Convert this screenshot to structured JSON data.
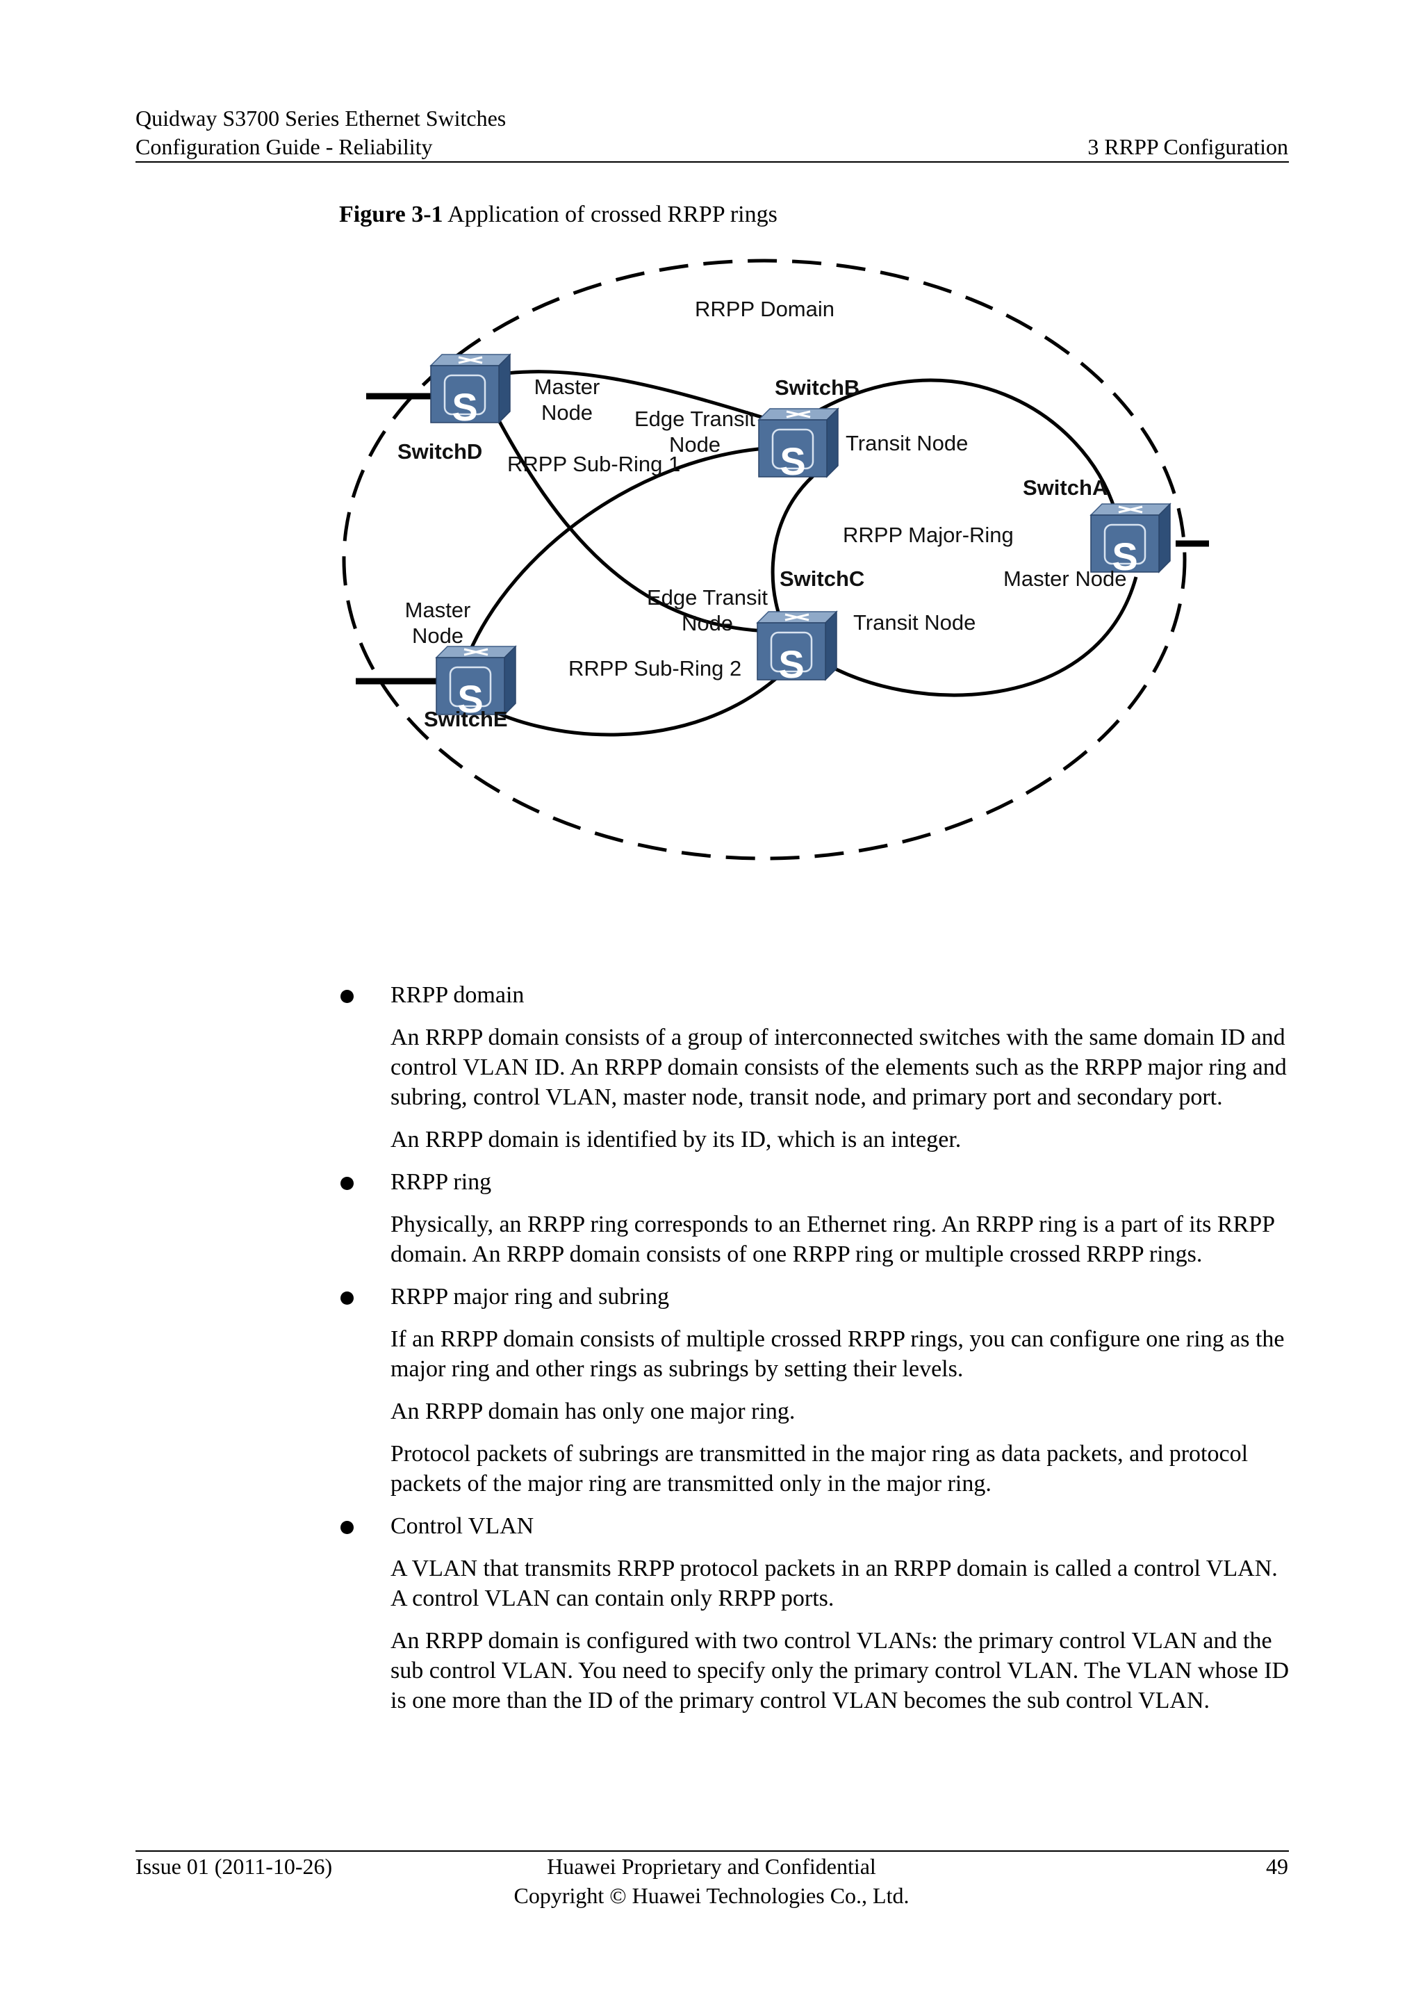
{
  "header": {
    "line1": "Quidway S3700 Series Ethernet Switches",
    "line2": "Configuration Guide - Reliability",
    "chapter": "3 RRPP Configuration"
  },
  "figure": {
    "number": "Figure 3-1",
    "caption": "Application of crossed RRPP rings",
    "domain_label": "RRPP Domain",
    "switch_glyph": "S",
    "switches": {
      "a": "SwitchA",
      "b": "SwitchB",
      "c": "SwitchC",
      "d": "SwitchD",
      "e": "SwitchE"
    },
    "labels": {
      "d_role": [
        "Master",
        "Node"
      ],
      "e_role": [
        "Master",
        "Node"
      ],
      "b_edge": [
        "Edge Transit",
        "Node"
      ],
      "c_edge": [
        "Edge Transit",
        "Node"
      ],
      "b_transit": "Transit Node",
      "c_transit": "Transit Node",
      "a_role": "Master Node",
      "sub_ring_1": "RRPP Sub-Ring 1",
      "sub_ring_2": "RRPP Sub-Ring 2",
      "major_ring": "RRPP Major-Ring"
    },
    "colors": {
      "switch_front": "#4d6f9a",
      "switch_top": "#8fa9c8",
      "switch_side": "#2f4f78"
    }
  },
  "sections": [
    {
      "title": "RRPP domain",
      "paragraphs": [
        "An RRPP domain consists of a group of interconnected switches with the same domain ID and control VLAN ID. An RRPP domain consists of the elements such as the RRPP major ring and subring, control VLAN, master node, transit node, and primary port and secondary port.",
        "An RRPP domain is identified by its ID, which is an integer."
      ]
    },
    {
      "title": "RRPP ring",
      "paragraphs": [
        "Physically, an RRPP ring corresponds to an Ethernet ring. An RRPP ring is a part of its RRPP domain. An RRPP domain consists of one RRPP ring or multiple crossed RRPP rings."
      ]
    },
    {
      "title": "RRPP major ring and subring",
      "paragraphs": [
        "If an RRPP domain consists of multiple crossed RRPP rings, you can configure one ring as the major ring and other rings as subrings by setting their levels.",
        "An RRPP domain has only one major ring.",
        "Protocol packets of subrings are transmitted in the major ring as data packets, and protocol packets of the major ring are transmitted only in the major ring."
      ]
    },
    {
      "title": "Control VLAN",
      "paragraphs": [
        "A VLAN that transmits RRPP protocol packets in an RRPP domain is called a control VLAN. A control VLAN can contain only RRPP ports.",
        "An RRPP domain is configured with two control VLANs: the primary control VLAN and the sub control VLAN. You need to specify only the primary control VLAN. The VLAN whose ID is one more than the ID of the primary control VLAN becomes the sub control VLAN."
      ]
    }
  ],
  "footer": {
    "issue": "Issue 01 (2011-10-26)",
    "confidential": "Huawei Proprietary and Confidential",
    "copyright": "Copyright © Huawei Technologies Co., Ltd.",
    "page_number": "49"
  }
}
